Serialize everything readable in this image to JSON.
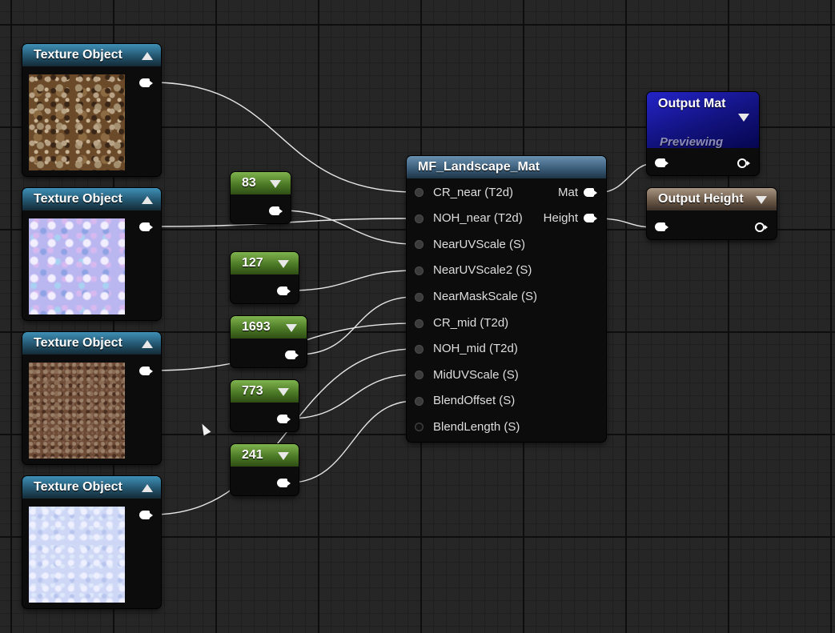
{
  "texture_nodes": [
    {
      "title": "Texture Object"
    },
    {
      "title": "Texture Object"
    },
    {
      "title": "Texture Object"
    },
    {
      "title": "Texture Object"
    }
  ],
  "constant_nodes": [
    {
      "value": "83"
    },
    {
      "value": "127"
    },
    {
      "value": "1693"
    },
    {
      "value": "773"
    },
    {
      "value": "241"
    }
  ],
  "function_node": {
    "title": "MF_Landscape_Mat",
    "inputs": [
      "CR_near (T2d)",
      "NOH_near (T2d)",
      "NearUVScale (S)",
      "NearUVScale2 (S)",
      "NearMaskScale (S)",
      "CR_mid (T2d)",
      "NOH_mid (T2d)",
      "MidUVScale (S)",
      "BlendOffset (S)",
      "BlendLength (S)"
    ],
    "outputs": [
      "Mat",
      "Height"
    ]
  },
  "output_mat": {
    "title": "Output Mat",
    "subtitle": "Previewing"
  },
  "output_height": {
    "title": "Output Height"
  },
  "colors": {
    "texture_header": "#23556e",
    "constant_header": "#4c7a26",
    "function_header": "#3b5e7a",
    "output_mat_header": "#12127e",
    "output_height_header": "#6c5a49",
    "wire": "#e6e6e6",
    "background": "#262626"
  }
}
